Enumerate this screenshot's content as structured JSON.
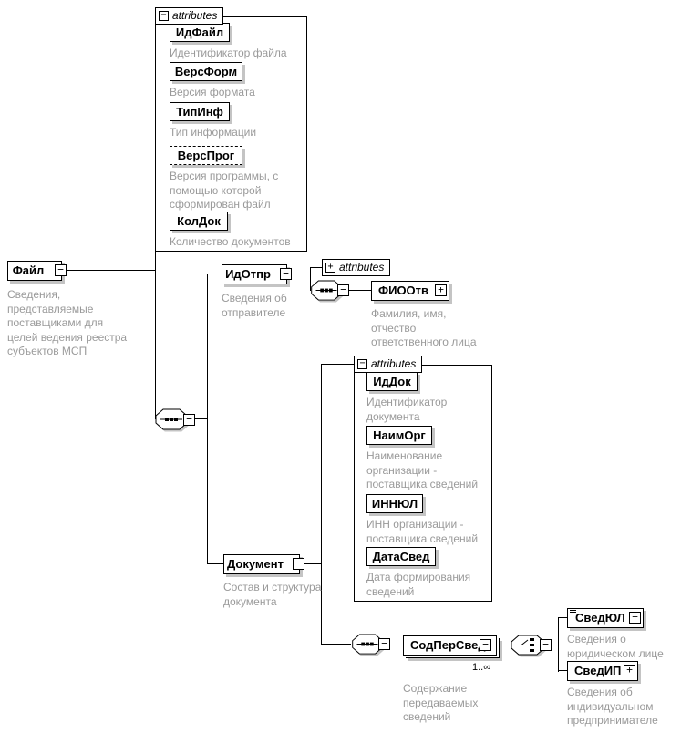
{
  "icons": {
    "collapse": "−",
    "expand": "+"
  },
  "labels": {
    "attributes": "attributes"
  },
  "root": {
    "name": "Файл",
    "doc": "Сведения,\nпредставляемые\nпоставщиками для\nцелей ведения реестра\nсубъектов МСП"
  },
  "file_attributes": {
    "header": "attributes",
    "items": [
      {
        "name": "ИдФайл",
        "doc": "Идентификатор файла"
      },
      {
        "name": "ВерсФорм",
        "doc": "Версия формата"
      },
      {
        "name": "ТипИнф",
        "doc": "Тип информации"
      },
      {
        "name": "ВерсПрог",
        "doc": "Версия программы, с\nпомощью которой\nсформирован файл"
      },
      {
        "name": "КолДок",
        "doc": "Количество документов"
      }
    ]
  },
  "idotpr": {
    "name": "ИдОтпр",
    "doc": "Сведения об\nотправителе",
    "attributes_header": "attributes"
  },
  "fiootv": {
    "name": "ФИООтв",
    "doc": "Фамилия, имя,\nотчество\nответственного лица"
  },
  "dokument": {
    "name": "Документ",
    "doc": "Состав и структура\nдокумента"
  },
  "dokument_attributes": {
    "header": "attributes",
    "items": [
      {
        "name": "ИдДок",
        "doc": "Идентификатор\nдокумента"
      },
      {
        "name": "НаимОрг",
        "doc": "Наименование\nорганизации -\nпоставщика сведений"
      },
      {
        "name": "ИННЮЛ",
        "doc": "ИНН организации -\nпоставщика сведений"
      },
      {
        "name": "ДатаСвед",
        "doc": "Дата формирования\nсведений"
      }
    ]
  },
  "sodpersved": {
    "name": "СодПерСвед",
    "doc": "Содержание\nпередаваемых\nсведений",
    "occurrence": "1..∞"
  },
  "svedyul": {
    "name": "СведЮЛ",
    "doc": "Сведения о\nюридическом лице"
  },
  "svedip": {
    "name": "СведИП",
    "doc": "Сведения об\nиндивидуальном\nпредпринимателе"
  }
}
